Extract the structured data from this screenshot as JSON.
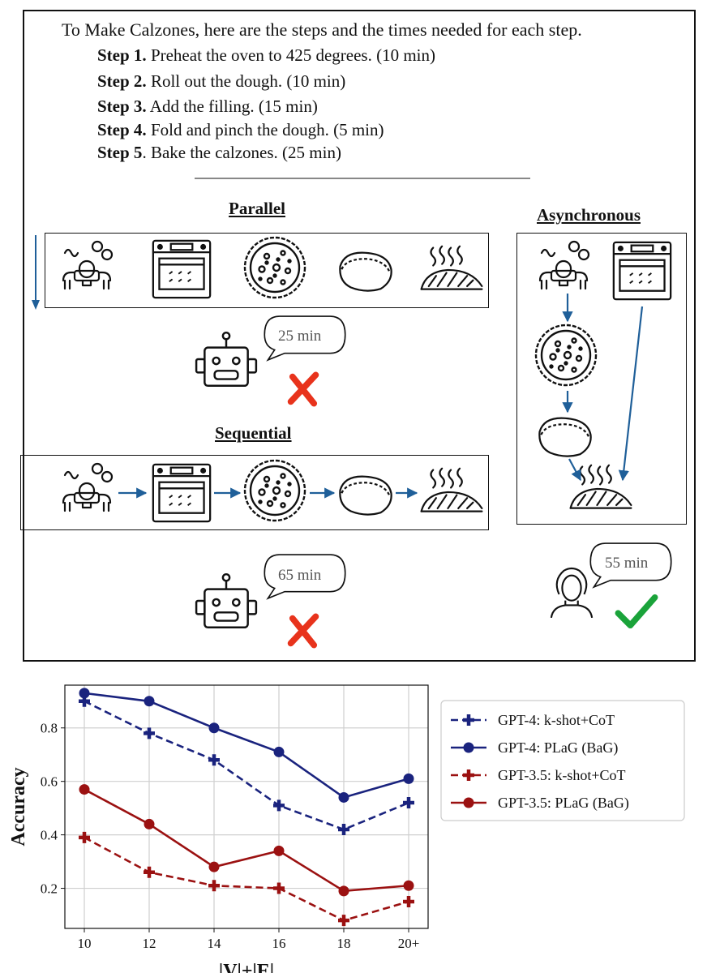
{
  "intro": {
    "title": "To Make Calzones, here are the steps and the times needed for each step.",
    "steps": [
      {
        "label": "Step 1.",
        "text": "Preheat the oven to 425 degrees. (10 min)"
      },
      {
        "label": "Step 2.",
        "text": "Roll out the dough. (10 min)"
      },
      {
        "label": "Step 3.",
        "text": "Add the filling. (15 min)"
      },
      {
        "label": "Step 4.",
        "text": "Fold and pinch the dough. (5 min)"
      },
      {
        "label": "Step 5",
        "text": ". Bake the calzones. (25 min)"
      }
    ]
  },
  "parallel": {
    "title": "Parallel",
    "answer": "25 min"
  },
  "sequential": {
    "title": "Sequential",
    "answer": "65 min"
  },
  "asynchronous": {
    "title": "Asynchronous",
    "answer": "55 min"
  },
  "icons": {
    "chef": "chef-hands-icon",
    "oven": "oven-icon",
    "pizza": "dough-with-filling-icon",
    "folded": "folded-dough-icon",
    "calzone": "baked-calzone-icon",
    "robot": "robot-icon",
    "person": "person-icon",
    "cross": "red-cross-mark-icon",
    "check": "green-check-mark-icon"
  },
  "colors": {
    "arrow": "#1f5f99",
    "cross": "#e8331c",
    "check": "#1aa33a"
  },
  "chart_data": {
    "type": "line",
    "x": [
      "10",
      "12",
      "14",
      "16",
      "18",
      "20+"
    ],
    "xlabel": "|V|+|E|",
    "ylabel": "Accuracy",
    "yticks": [
      "0.2",
      "0.4",
      "0.6",
      "0.8"
    ],
    "ylim": [
      0.05,
      0.96
    ],
    "grid": true,
    "legend_position": "outside-right",
    "series": [
      {
        "name": "GPT-4: k-shot+CoT",
        "color": "#1a237e",
        "style": "dashed",
        "marker": "plus",
        "values": [
          0.9,
          0.78,
          0.68,
          0.51,
          0.42,
          0.52
        ]
      },
      {
        "name": "GPT-4: PLaG (BaG)",
        "color": "#1a237e",
        "style": "solid",
        "marker": "circle",
        "values": [
          0.93,
          0.9,
          0.8,
          0.71,
          0.54,
          0.61
        ]
      },
      {
        "name": "GPT-3.5: k-shot+CoT",
        "color": "#9b1111",
        "style": "dashed",
        "marker": "plus",
        "values": [
          0.39,
          0.26,
          0.21,
          0.2,
          0.08,
          0.15
        ]
      },
      {
        "name": "GPT-3.5: PLaG (BaG)",
        "color": "#9b1111",
        "style": "solid",
        "marker": "circle",
        "values": [
          0.57,
          0.44,
          0.28,
          0.34,
          0.19,
          0.21
        ]
      }
    ]
  }
}
